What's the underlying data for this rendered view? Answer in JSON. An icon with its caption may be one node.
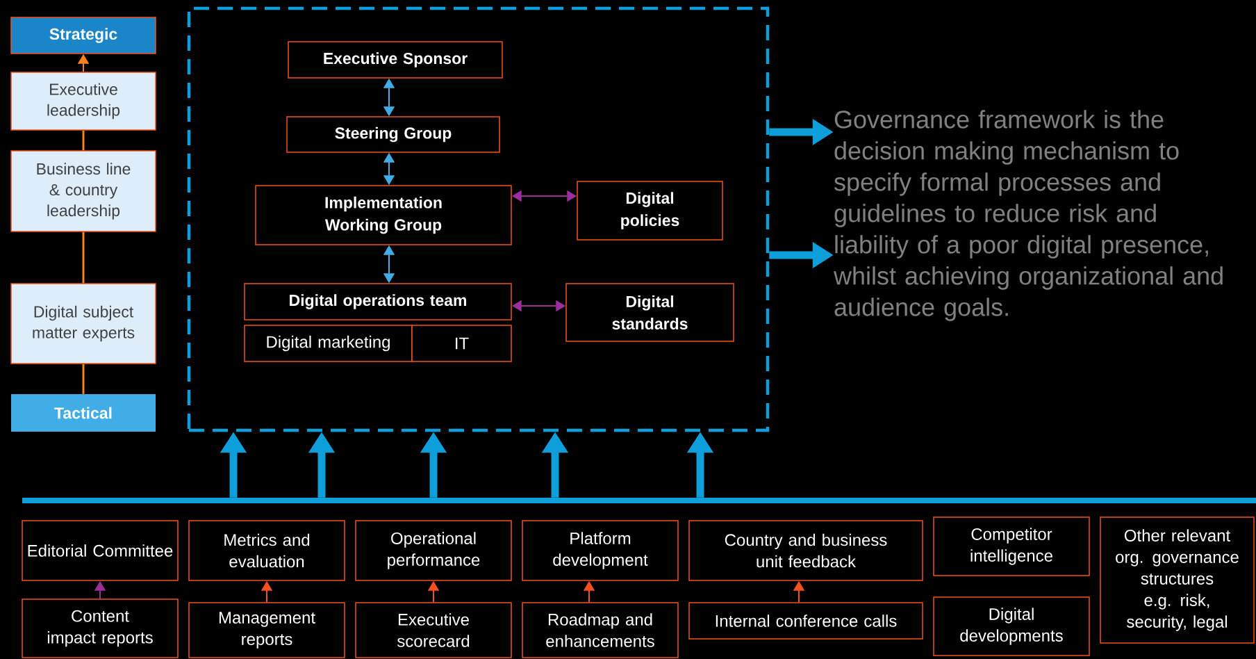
{
  "diagram": {
    "nodes": [
      {
        "text": [
          "Strategic"
        ]
      },
      {
        "text": [
          "Executive leadership"
        ]
      },
      {
        "text": [
          "Business line & country leadership"
        ]
      },
      {
        "text": [
          "Digital subject matter experts"
        ]
      },
      {
        "text": [
          "Tactical"
        ]
      },
      {
        "text": [],
        "shape": "box"
      },
      {
        "text": [
          "Executive Sponsor"
        ],
        "in": 5
      },
      {
        "text": [
          "Steering Group"
        ],
        "in": 5
      },
      {
        "text": [
          "Implementation Working Group"
        ],
        "in": 5
      },
      {
        "text": [
          "Digital policies"
        ],
        "in": 5
      },
      {
        "text": [
          "Digital operations team"
        ],
        "in": 5
      },
      {
        "text": [
          "Digital marketing"
        ],
        "in": 5
      },
      {
        "text": [
          "IT"
        ],
        "in": 5
      },
      {
        "text": [
          "Digital standards"
        ],
        "in": 5
      },
      {
        "text": [
          "Governance framework is the decision making mechanism to specify formal processes and guidelines to reduce risk and liability of a poor digital presence, whilst achieving organizational and audience goals."
        ]
      },
      {
        "text": [],
        "shape": "bar"
      },
      {
        "text": [
          "Editorial Committee"
        ]
      },
      {
        "text": [
          "Content impact reports"
        ]
      },
      {
        "text": [
          "Metrics and evaluation"
        ]
      },
      {
        "text": [
          "Management reports"
        ]
      },
      {
        "text": [
          "Operational performance"
        ]
      },
      {
        "text": [
          "Executive scorecard"
        ]
      },
      {
        "text": [
          "Platform development"
        ]
      },
      {
        "text": [
          "Roadmap and enhancements"
        ]
      },
      {
        "text": [
          "Country and business unit feedback"
        ]
      },
      {
        "text": [
          "Internal conference calls"
        ]
      },
      {
        "text": [
          "Competitor intelligence"
        ]
      },
      {
        "text": [
          "Digital developments"
        ]
      },
      {
        "text": [
          "Other relevant org. governance structures e.g. risk, security, legal"
        ]
      }
    ],
    "edges": [
      {
        "from": 4,
        "to": 3,
        "arrow": "none",
        "color": "#f58220"
      },
      {
        "from": 3,
        "to": 2,
        "arrow": "none",
        "color": "#f58220"
      },
      {
        "from": 2,
        "to": 1,
        "arrow": "none",
        "color": "#f58220"
      },
      {
        "from": 1,
        "to": 0,
        "arrow": "to",
        "color": "#f58220"
      },
      {
        "from": 6,
        "to": 7,
        "arrow": "both",
        "color": "#41ade6"
      },
      {
        "from": 7,
        "to": 8,
        "arrow": "both",
        "color": "#41ade6"
      },
      {
        "from": 8,
        "to": 10,
        "arrow": "both",
        "color": "#41ade6"
      },
      {
        "from": 8,
        "to": 9,
        "arrow": "both",
        "color": "#9b2f9e"
      },
      {
        "from": 10,
        "to": 13,
        "arrow": "both",
        "color": "#9b2f9e"
      },
      {
        "from": 5,
        "to": 14,
        "arrow": "to",
        "style": "thick",
        "color": "#0e9fdb"
      },
      {
        "from": 5,
        "to": 14,
        "arrow": "to",
        "style": "thick",
        "color": "#0e9fdb"
      },
      {
        "from": 15,
        "to": 5,
        "arrow": "to",
        "style": "thick",
        "color": "#0e9fdb"
      },
      {
        "from": 15,
        "to": 5,
        "arrow": "to",
        "style": "thick",
        "color": "#0e9fdb"
      },
      {
        "from": 15,
        "to": 5,
        "arrow": "to",
        "style": "thick",
        "color": "#0e9fdb"
      },
      {
        "from": 15,
        "to": 5,
        "arrow": "to",
        "style": "thick",
        "color": "#0e9fdb"
      },
      {
        "from": 15,
        "to": 5,
        "arrow": "to",
        "style": "thick",
        "color": "#0e9fdb"
      },
      {
        "from": 17,
        "to": 16,
        "arrow": "to",
        "color": "#9b2f9e"
      },
      {
        "from": 19,
        "to": 18,
        "arrow": "to",
        "color": "#f4511e"
      },
      {
        "from": 21,
        "to": 20,
        "arrow": "to",
        "color": "#f4511e"
      },
      {
        "from": 23,
        "to": 22,
        "arrow": "to",
        "color": "#f4511e"
      },
      {
        "from": 25,
        "to": 24,
        "arrow": "to",
        "color": "#f4511e"
      }
    ]
  }
}
